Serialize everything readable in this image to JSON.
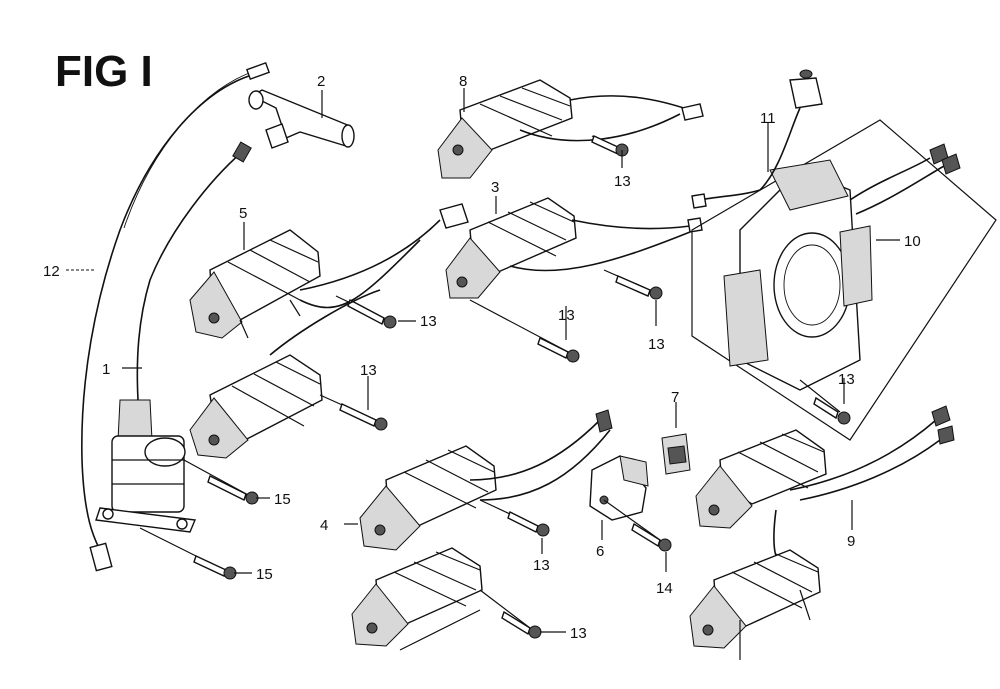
{
  "title": "FIG I",
  "callouts": {
    "c1": "1",
    "c2": "2",
    "c3": "3",
    "c4": "4",
    "c5": "5",
    "c6": "6",
    "c7": "7",
    "c8": "8",
    "c9": "9",
    "c10": "10",
    "c11": "11",
    "c12": "12",
    "c13": "13",
    "c14": "14",
    "c15": "15"
  }
}
